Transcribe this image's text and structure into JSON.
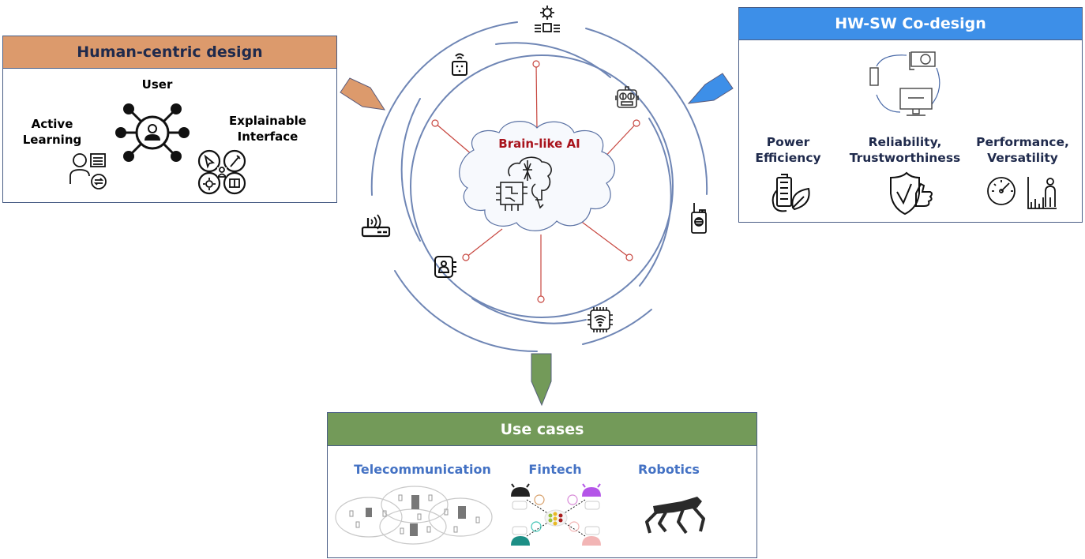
{
  "colors": {
    "human_header": "#dc9a6c",
    "hwsw_header": "#3d8fe8",
    "use_header": "#739a59",
    "box_border": "#4a5e86",
    "ring": "#6f86b5",
    "spoke": "#c7463f",
    "brain_title": "#a8131c",
    "dark_text": "#1f2a4c",
    "use_label": "#4472c4"
  },
  "center": {
    "title": "Brain-like AI",
    "icon": "brain-chip-icon",
    "ring_icons": [
      "sun-chip-icon",
      "smart-plug-icon",
      "robot-head-icon",
      "walkie-talkie-icon",
      "wifi-chip-icon",
      "doorbell-icon",
      "router-icon"
    ]
  },
  "human_centric": {
    "title": "Human-centric design",
    "items": [
      {
        "label": "User",
        "icon": "user-network-icon"
      },
      {
        "label_line1": "Active",
        "label_line2": "Learning",
        "icon": "learner-icon"
      },
      {
        "label_line1": "Explainable",
        "label_line2": "Interface",
        "icon": "interface-clover-icon"
      }
    ]
  },
  "hw_sw": {
    "title": "HW-SW Co-design",
    "cycle_icons": [
      "gpu-card-icon",
      "microchip-icon",
      "api-monitor-icon"
    ],
    "items": [
      {
        "line1": "Power",
        "line2": "Efficiency",
        "icon": "battery-leaf-icon"
      },
      {
        "line1": "Reliability,",
        "line2": "Trustworthiness",
        "icon": "shield-thumbs-up-icon"
      },
      {
        "line1": "Performance,",
        "line2": "Versatility",
        "icon": "gauge-chart-icon"
      }
    ]
  },
  "use_cases": {
    "title": "Use cases",
    "items": [
      {
        "label": "Telecommunication",
        "image": "cell-network-diagram"
      },
      {
        "label": "Fintech",
        "image": "federated-android-diagram"
      },
      {
        "label": "Robotics",
        "image": "quadruped-robot"
      }
    ]
  }
}
